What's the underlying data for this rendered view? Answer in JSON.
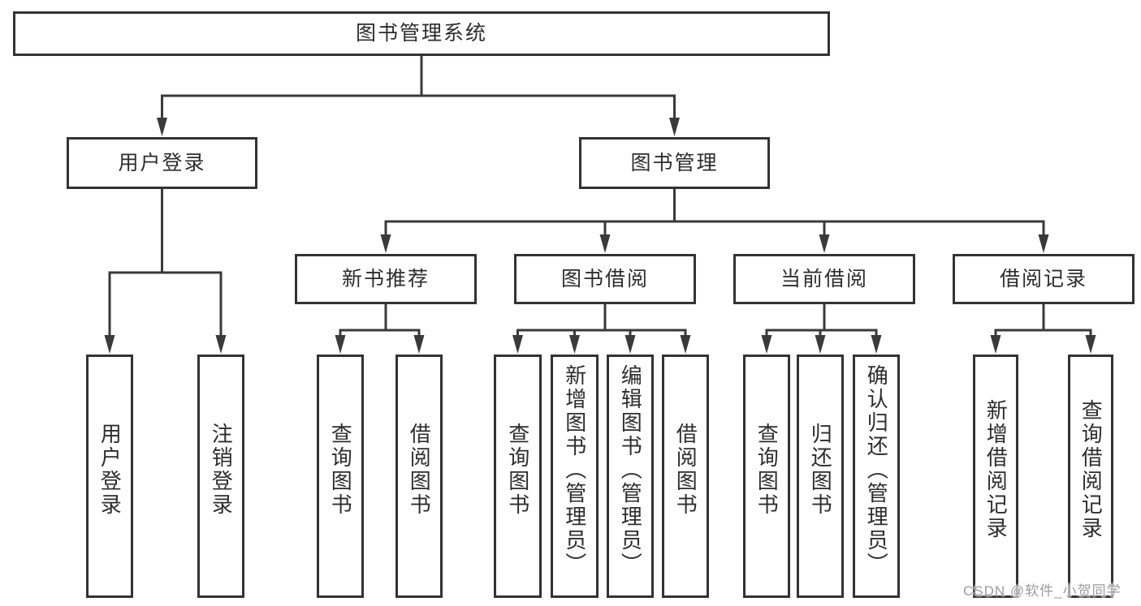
{
  "colors": {
    "background": "#ffffff",
    "line": "#3a3a3a",
    "box_border": "#333333",
    "text": "#2d2d2d",
    "watermark": "#9b9b9b"
  },
  "watermark": {
    "text": "CSDN @软件_小贺同学"
  },
  "diagram": {
    "nodes": [
      {
        "id": "root",
        "label": "图书管理系统",
        "orientation": "horizontal"
      },
      {
        "id": "user-login",
        "label": "用户登录",
        "orientation": "horizontal"
      },
      {
        "id": "book-mgmt",
        "label": "图书管理",
        "orientation": "horizontal"
      },
      {
        "id": "new-book-rec",
        "label": "新书推荐",
        "orientation": "horizontal"
      },
      {
        "id": "book-borrow",
        "label": "图书借阅",
        "orientation": "horizontal"
      },
      {
        "id": "current-borrow",
        "label": "当前借阅",
        "orientation": "horizontal"
      },
      {
        "id": "borrow-records",
        "label": "借阅记录",
        "orientation": "horizontal"
      },
      {
        "id": "leaf-user-login",
        "label": "用户登录",
        "orientation": "vertical"
      },
      {
        "id": "leaf-logout",
        "label": "注销登录",
        "orientation": "vertical"
      },
      {
        "id": "leaf-query-book-1",
        "label": "查询图书",
        "orientation": "vertical"
      },
      {
        "id": "leaf-borrow-book-1",
        "label": "借阅图书",
        "orientation": "vertical"
      },
      {
        "id": "leaf-query-book-2",
        "label": "查询图书",
        "orientation": "vertical"
      },
      {
        "id": "leaf-add-book",
        "label": "新增图书（管理员）",
        "orientation": "vertical"
      },
      {
        "id": "leaf-edit-book",
        "label": "编辑图书（管理员）",
        "orientation": "vertical"
      },
      {
        "id": "leaf-borrow-book-2",
        "label": "借阅图书",
        "orientation": "vertical"
      },
      {
        "id": "leaf-query-book-3",
        "label": "查询图书",
        "orientation": "vertical"
      },
      {
        "id": "leaf-return-book",
        "label": "归还图书",
        "orientation": "vertical"
      },
      {
        "id": "leaf-confirm-return",
        "label": "确认归还（管理员）",
        "orientation": "vertical"
      },
      {
        "id": "leaf-add-record",
        "label": "新增借阅记录",
        "orientation": "vertical"
      },
      {
        "id": "leaf-query-record",
        "label": "查询借阅记录",
        "orientation": "vertical"
      }
    ],
    "edges": [
      {
        "from": "root",
        "to": "user-login"
      },
      {
        "from": "root",
        "to": "book-mgmt"
      },
      {
        "from": "user-login",
        "to": "leaf-user-login"
      },
      {
        "from": "user-login",
        "to": "leaf-logout"
      },
      {
        "from": "book-mgmt",
        "to": "new-book-rec"
      },
      {
        "from": "book-mgmt",
        "to": "book-borrow"
      },
      {
        "from": "book-mgmt",
        "to": "current-borrow"
      },
      {
        "from": "book-mgmt",
        "to": "borrow-records"
      },
      {
        "from": "new-book-rec",
        "to": "leaf-query-book-1"
      },
      {
        "from": "new-book-rec",
        "to": "leaf-borrow-book-1"
      },
      {
        "from": "book-borrow",
        "to": "leaf-query-book-2"
      },
      {
        "from": "book-borrow",
        "to": "leaf-add-book"
      },
      {
        "from": "book-borrow",
        "to": "leaf-edit-book"
      },
      {
        "from": "book-borrow",
        "to": "leaf-borrow-book-2"
      },
      {
        "from": "current-borrow",
        "to": "leaf-query-book-3"
      },
      {
        "from": "current-borrow",
        "to": "leaf-return-book"
      },
      {
        "from": "current-borrow",
        "to": "leaf-confirm-return"
      },
      {
        "from": "borrow-records",
        "to": "leaf-add-record"
      },
      {
        "from": "borrow-records",
        "to": "leaf-query-record"
      }
    ]
  }
}
